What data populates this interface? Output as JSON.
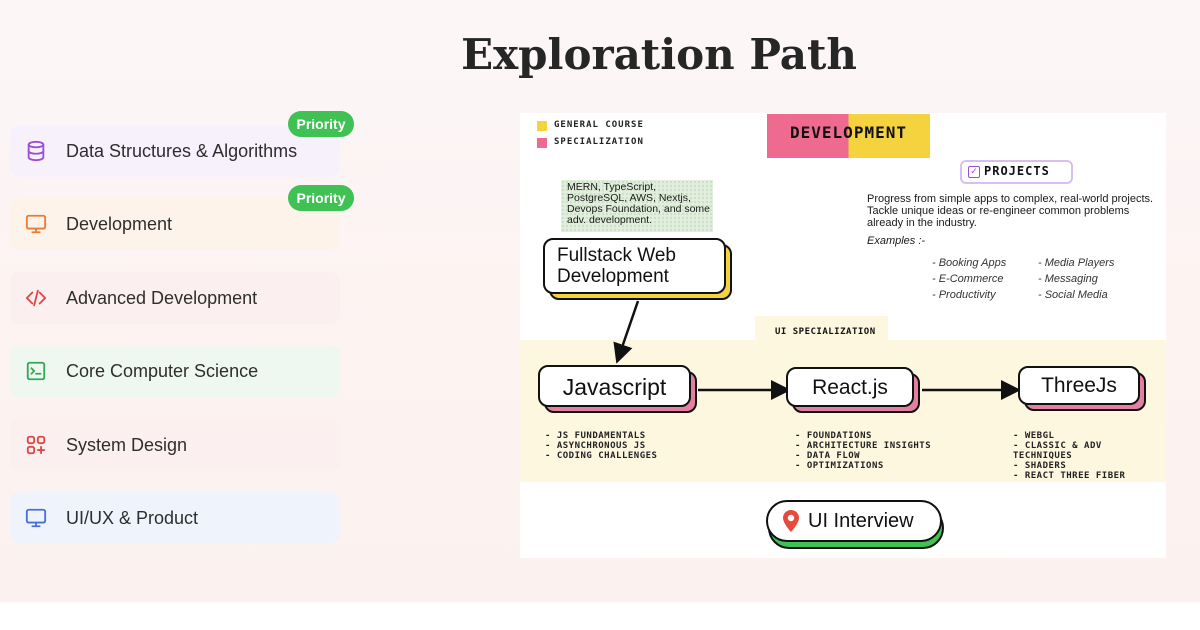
{
  "page": {
    "title": "Exploration Path"
  },
  "menu": {
    "items": [
      {
        "label": "Data Structures & Algorithms",
        "icon": "database-icon",
        "badge": "Priority",
        "bg": "#f7f1fb",
        "icon_color": "#9b4dd9"
      },
      {
        "label": "Development",
        "icon": "monitor-icon",
        "badge": "Priority",
        "bg": "#fdf3ea",
        "icon_color": "#ec7a30"
      },
      {
        "label": "Advanced Development",
        "icon": "code-icon",
        "badge": "",
        "bg": "#fbefef",
        "icon_color": "#e04747"
      },
      {
        "label": "Core Computer Science",
        "icon": "terminal-icon",
        "badge": "",
        "bg": "#eff8f0",
        "icon_color": "#34a853"
      },
      {
        "label": "System Design",
        "icon": "apps-add-icon",
        "badge": "",
        "bg": "#fbefef",
        "icon_color": "#e04747"
      },
      {
        "label": "UI/UX & Product",
        "icon": "monitor-icon",
        "badge": "",
        "bg": "#eff3fb",
        "icon_color": "#4a6fd9"
      }
    ]
  },
  "roadmap": {
    "legend": [
      {
        "label": "GENERAL COURSE",
        "color": "#f5d33f"
      },
      {
        "label": "SPECIALIZATION",
        "color": "#ee6b8f"
      }
    ],
    "heading": "DEVELOPMENT",
    "projects": {
      "label": "PROJECTS",
      "description": "Progress from simple apps to complex, real-world projects. Tackle unique ideas or re-engineer common problems already in the industry.",
      "examples_label": "Examples :-",
      "examples_left": [
        "- Booking Apps",
        "- E-Commerce",
        "- Productivity"
      ],
      "examples_right": [
        "- Media Players",
        "- Messaging",
        "- Social Media"
      ]
    },
    "stack_note": "MERN, TypeScript, PostgreSQL, AWS, Nextjs, Devops Foundation, and some adv. development.",
    "fullstack": "Fullstack Web Development",
    "ui_specialization": "UI SPECIALIZATION",
    "nodes": [
      {
        "label": "Javascript",
        "bullets": [
          "- JS FUNDAMENTALS",
          "- ASYNCHRONOUS JS",
          "- CODING CHALLENGES"
        ]
      },
      {
        "label": "React.js",
        "bullets": [
          "- FOUNDATIONS",
          "- ARCHITECTURE INSIGHTS",
          "- DATA FLOW",
          "- OPTIMIZATIONS"
        ]
      },
      {
        "label": "ThreeJs",
        "bullets": [
          "- WEBGL",
          "- CLASSIC & ADV TECHNIQUES",
          "- SHADERS",
          "- REACT THREE FIBER"
        ]
      }
    ],
    "interview": "UI Interview"
  }
}
